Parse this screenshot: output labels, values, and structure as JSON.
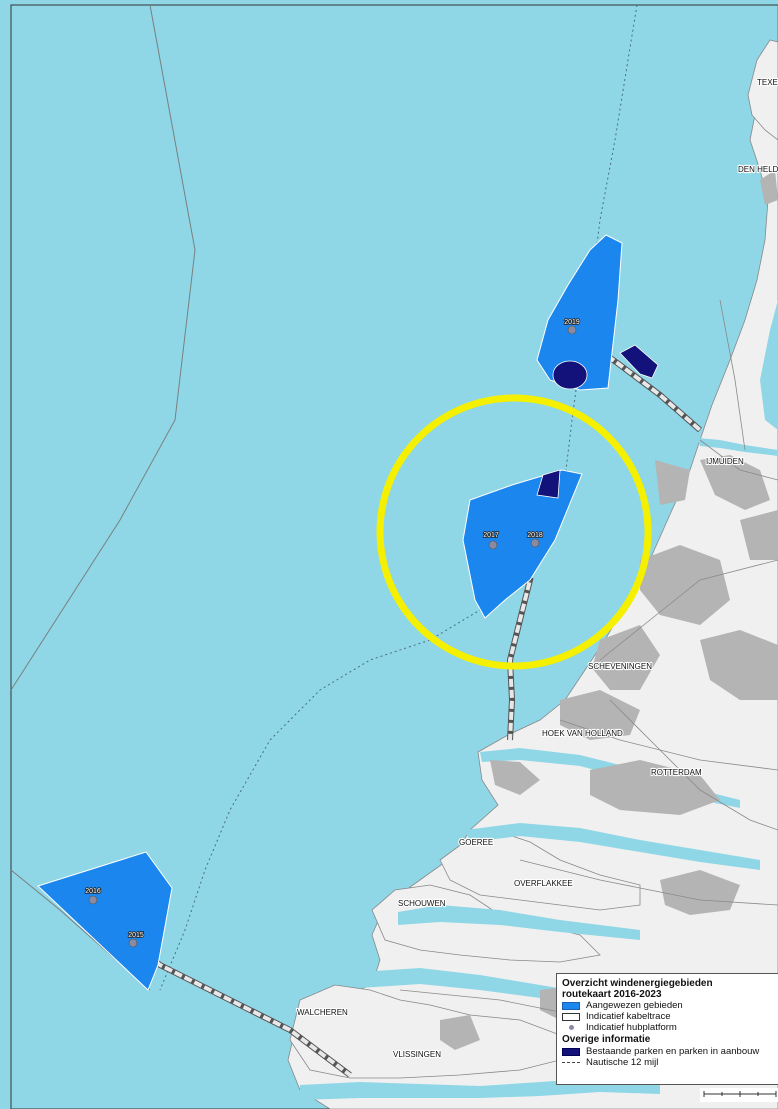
{
  "places": {
    "texel": "TEXEL",
    "den_helder": "DEN HELDER",
    "ijmuiden": "IJMUIDEN",
    "scheveningen": "SCHEVENINGEN",
    "hoek_van_holland": "HOEK VAN HOLLAND",
    "rotterdam": "ROTTERDAM",
    "goeree": "GOEREE",
    "overflakkee": "OVERFLAKKEE",
    "schouwen": "SCHOUWEN",
    "walcheren": "WALCHEREN",
    "vlissingen": "VLISSINGEN"
  },
  "hubs": {
    "h2019": "2019",
    "h2017": "2017",
    "h2018": "2018",
    "h2016": "2016",
    "h2015": "2015"
  },
  "legend": {
    "title_line1": "Overzicht windenergiegebieden",
    "title_line2": "routekaart 2016-2023",
    "items": [
      {
        "label": "Aangewezen gebieden"
      },
      {
        "label": "Indicatief kabeltrace"
      },
      {
        "label": "Indicatief hubplatform"
      }
    ],
    "other_title": "Overige informatie",
    "other_items": [
      {
        "label": "Bestaande parken en parken in aanbouw"
      },
      {
        "label": "Nautische 12 mijl"
      }
    ]
  },
  "colors": {
    "sea": "#8fd7e6",
    "land": "#f0f0f0",
    "urban": "#b4b4b4",
    "designated_area": "#1a86ee",
    "existing_parks": "#12127a",
    "highlight_circle": "#f4f000"
  }
}
